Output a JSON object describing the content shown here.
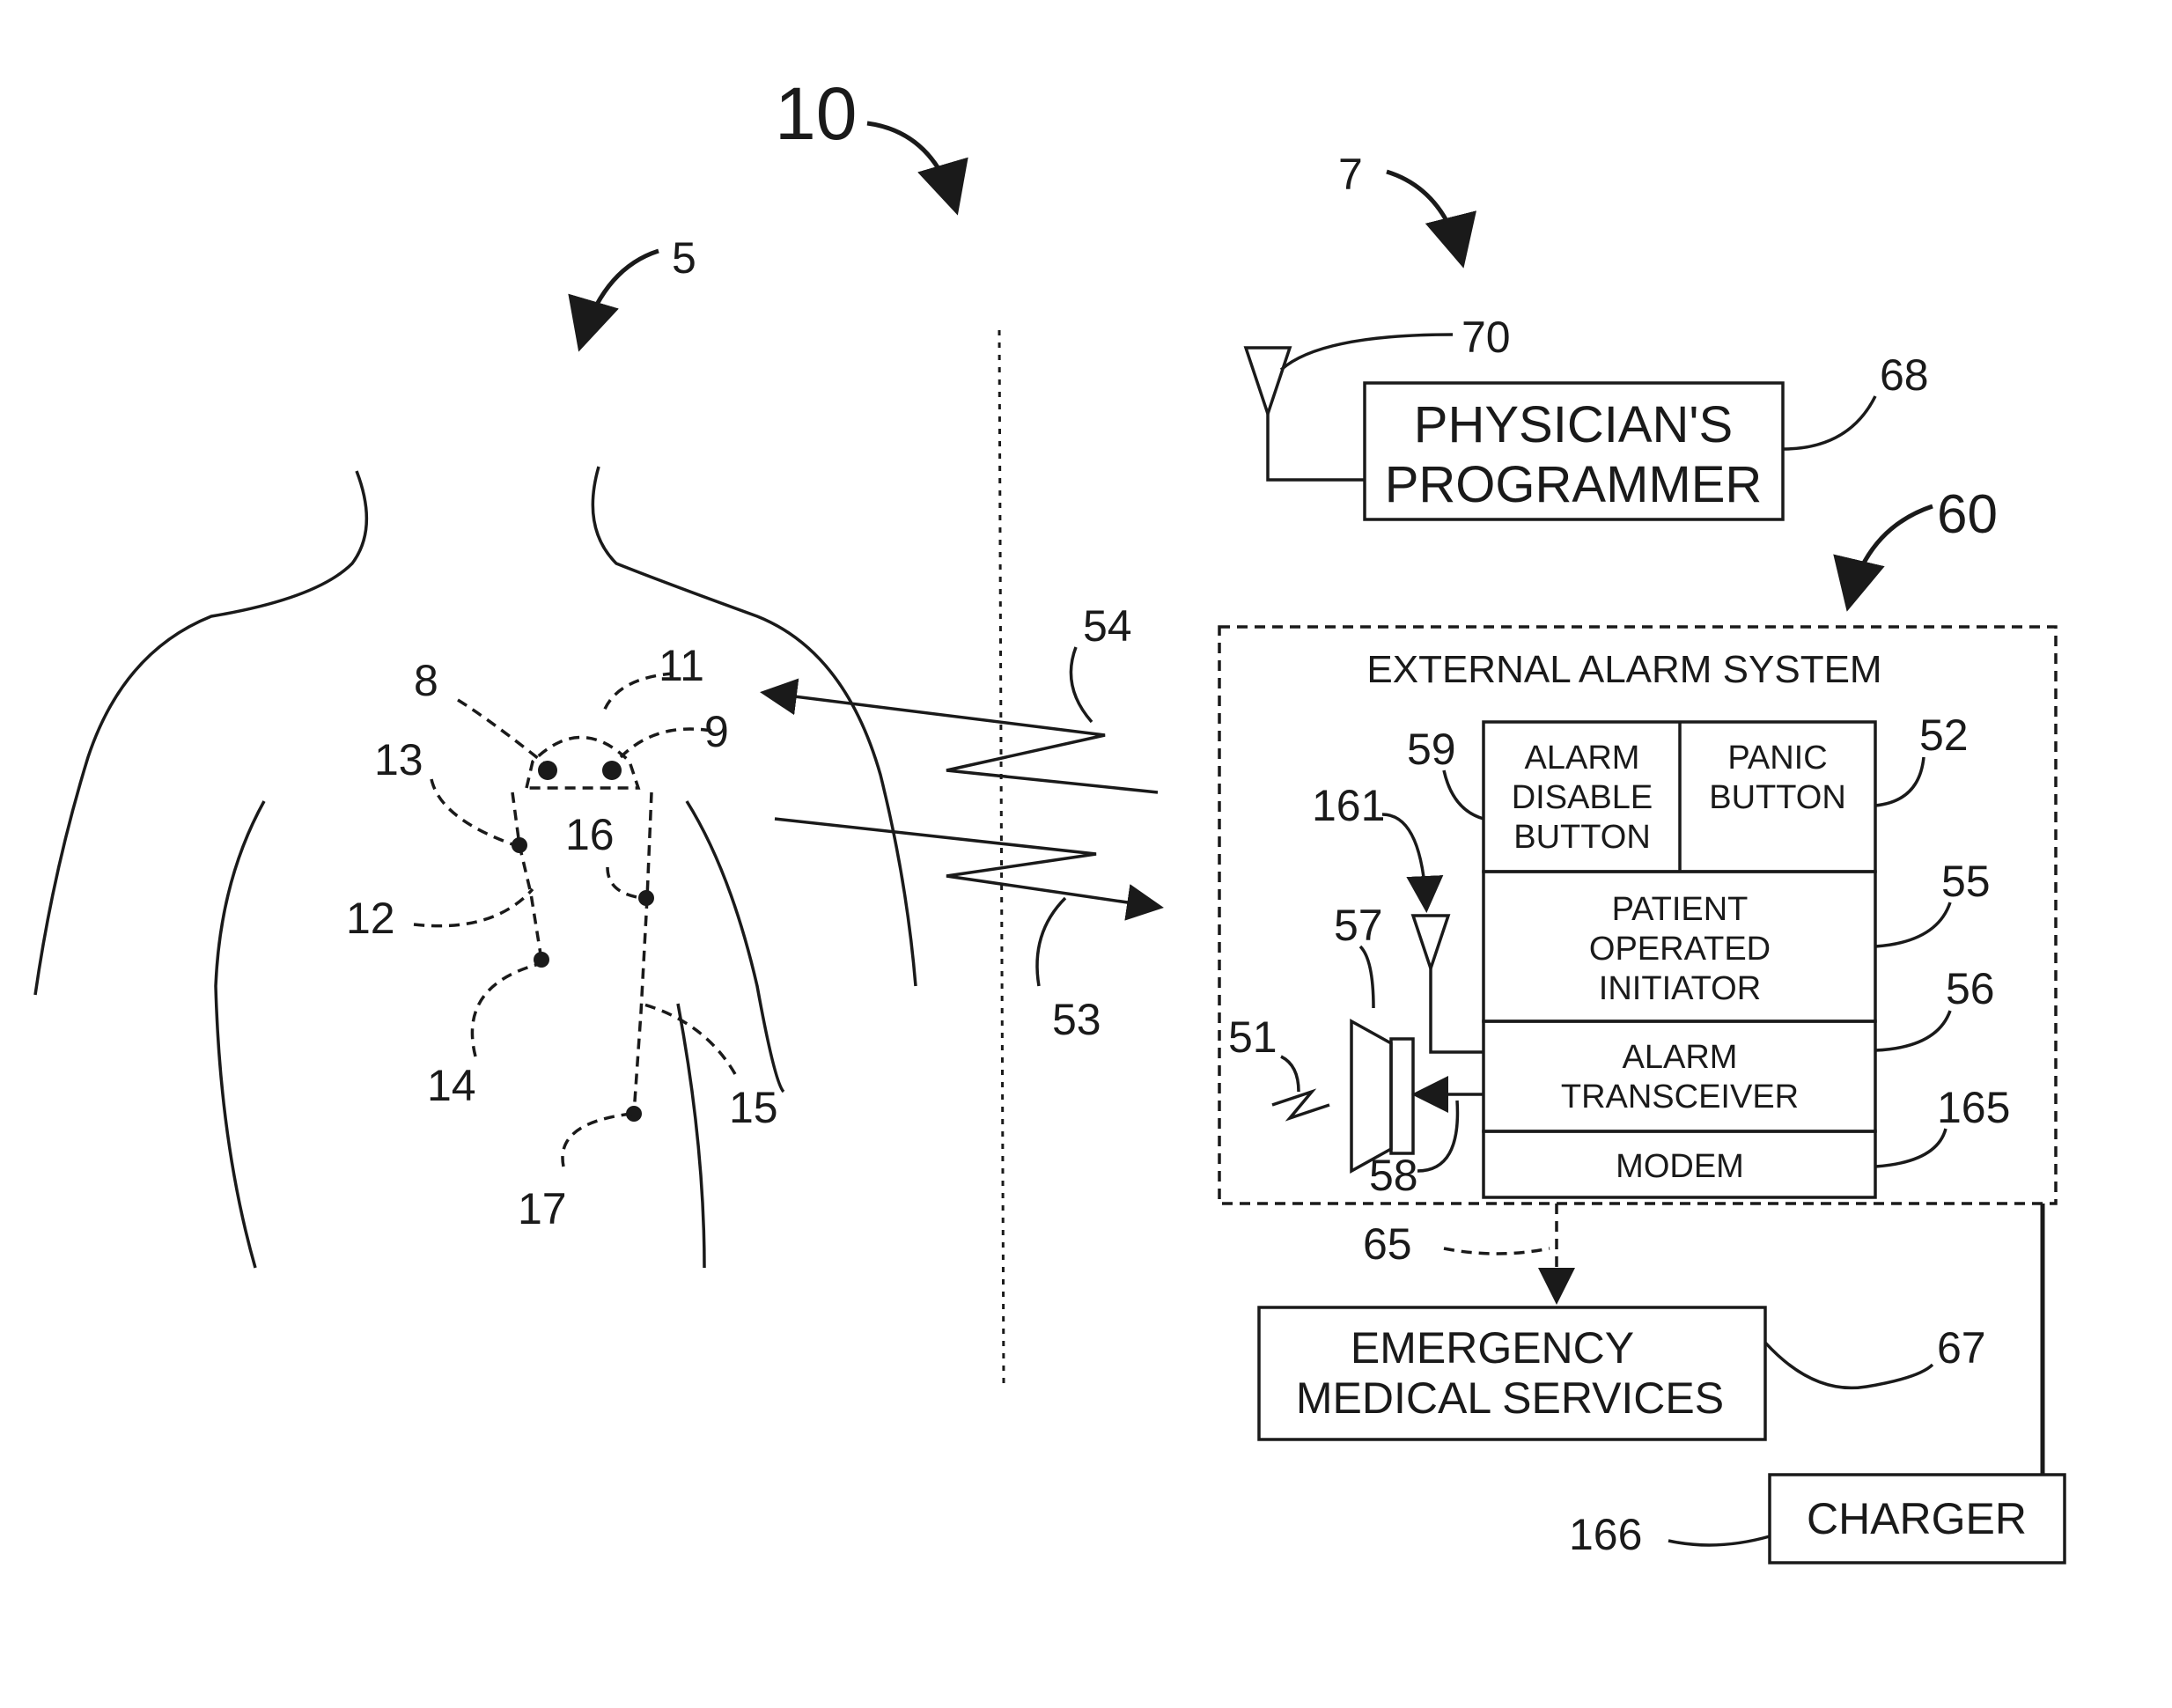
{
  "ref": {
    "system": "10",
    "patient": "5",
    "programmer_system": "7",
    "alarm_system": "60",
    "antenna": "70",
    "programmer_box": "68",
    "link_up": "54",
    "link_down": "53",
    "n8": "8",
    "n11": "11",
    "n9": "9",
    "n13": "13",
    "n16": "16",
    "n12": "12",
    "n14": "14",
    "n15": "15",
    "n17": "17",
    "n59": "59",
    "n52": "52",
    "n161": "161",
    "n55": "55",
    "n57": "57",
    "n56": "56",
    "n51": "51",
    "n165": "165",
    "n58": "58",
    "n65": "65",
    "n67": "67",
    "n166": "166"
  },
  "boxes": {
    "programmer_line1": "PHYSICIAN'S",
    "programmer_line2": "PROGRAMMER",
    "alarm_title": "EXTERNAL ALARM SYSTEM",
    "alarm_disable_1": "ALARM",
    "alarm_disable_2": "DISABLE",
    "alarm_disable_3": "BUTTON",
    "panic_1": "PANIC",
    "panic_2": "BUTTON",
    "initiator_1": "PATIENT",
    "initiator_2": "OPERATED",
    "initiator_3": "INITIATOR",
    "transceiver_1": "ALARM",
    "transceiver_2": "TRANSCEIVER",
    "modem": "MODEM",
    "ems_1": "EMERGENCY",
    "ems_2": "MEDICAL SERVICES",
    "charger": "CHARGER"
  }
}
